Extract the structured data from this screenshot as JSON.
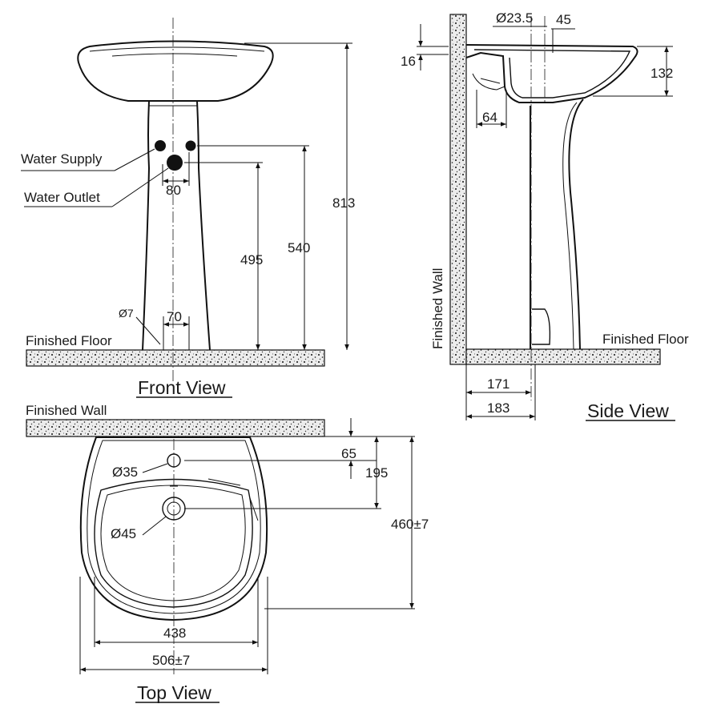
{
  "views": {
    "front": {
      "title": "Front View",
      "labels": {
        "water_supply": "Water Supply",
        "water_outlet": "Water Outlet",
        "finished_floor": "Finished Floor"
      },
      "dims": {
        "outlet_spacing": "80",
        "height_outlet": "495",
        "height_supply": "540",
        "height_total": "813",
        "bolt_dia": "Ø7",
        "bolt_spacing": "70"
      }
    },
    "side": {
      "title": "Side View",
      "labels": {
        "finished_wall": "Finished Wall",
        "finished_floor": "Finished Floor"
      },
      "dims": {
        "tap_hole_dia": "Ø23.5",
        "rim_offset": "45",
        "rim_thickness": "16",
        "bowl_depth": "132",
        "trap_width": "64",
        "wall_to_outlet": "171",
        "wall_to_pedestal": "183"
      }
    },
    "top": {
      "title": "Top View",
      "labels": {
        "finished_wall": "Finished Wall"
      },
      "dims": {
        "tap_hole_dia": "Ø35",
        "drain_dia": "Ø45",
        "wall_to_tap": "65",
        "wall_to_drain": "195",
        "depth": "460±7",
        "inner_width": "438",
        "overall_width": "506±7"
      }
    }
  },
  "colors": {
    "ink": "#111111",
    "fill_stipple": "#d9d9d9"
  }
}
